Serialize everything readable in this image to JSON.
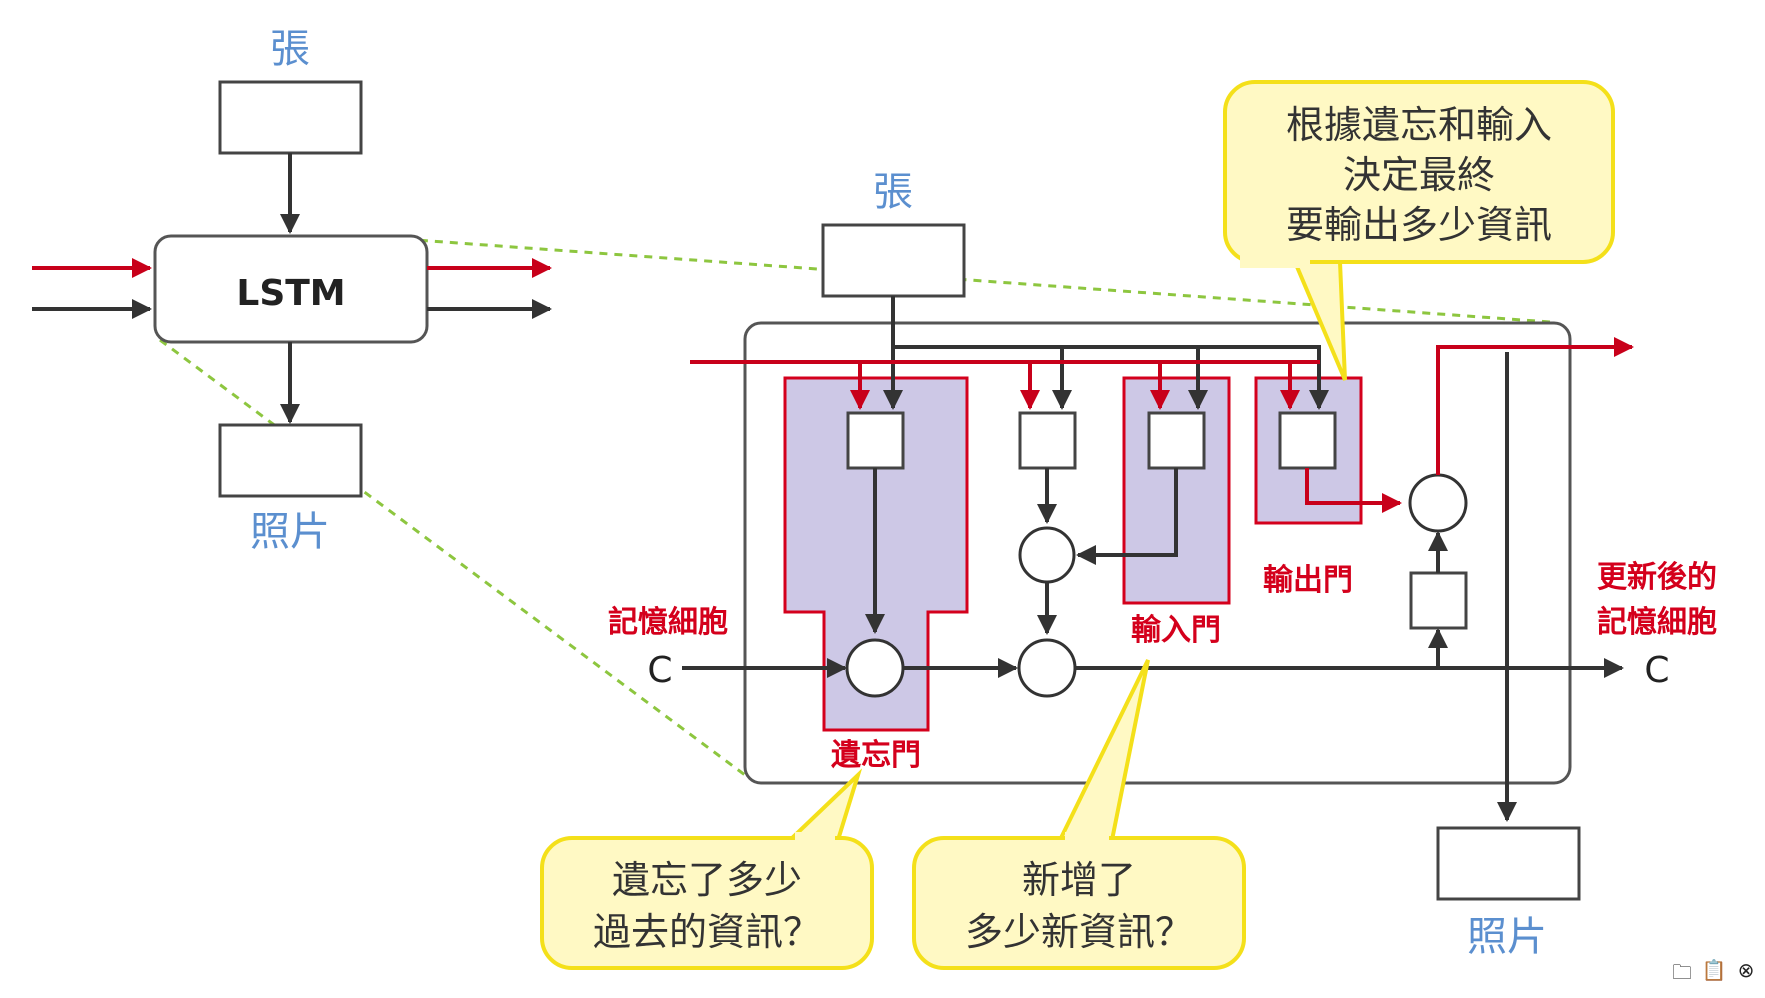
{
  "overview": {
    "input_label": "張",
    "output_label": "照片",
    "lstm_label": "LSTM"
  },
  "detail": {
    "input_label": "張",
    "output_label": "照片",
    "memory_cell_label": "記憶細胞",
    "c_in": "C",
    "c_out": "C",
    "updated_cell_line1": "更新後的",
    "updated_cell_line2": "記憶細胞",
    "forget_gate": "遺忘門",
    "input_gate": "輸入門",
    "output_gate": "輸出門"
  },
  "callouts": {
    "output": [
      "根據遺忘和輸入",
      "決定最終",
      "要輸出多少資訊"
    ],
    "forget": [
      "遺忘了多少",
      "過去的資訊？"
    ],
    "input": [
      "新增了",
      "多少新資訊？"
    ]
  },
  "tray_icons": [
    "folder-icon",
    "clipboard-icon",
    "close-circle-icon"
  ],
  "colors": {
    "accent_red": "#c8001a",
    "label_blue": "#5b8fcf",
    "gate_fill": "#cdc8e6",
    "callout_fill": "#fff9c4",
    "callout_border": "#f4e01a",
    "zoom_dash": "#8dc63f"
  }
}
